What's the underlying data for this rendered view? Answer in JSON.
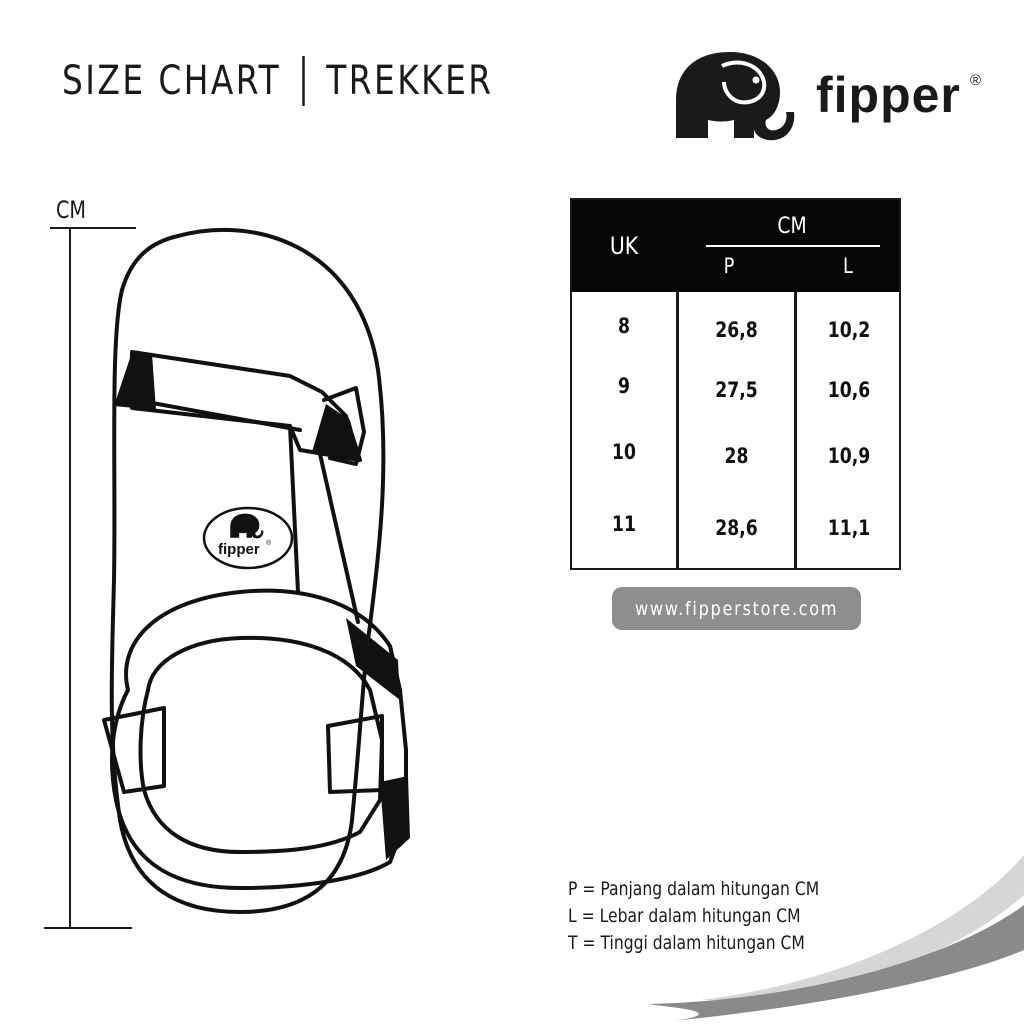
{
  "header": {
    "title_left": "SIZE CHART",
    "title_right": "TREKKER"
  },
  "brand": {
    "name": "fipper",
    "registered_mark": "®",
    "logo_icon": "elephant-icon"
  },
  "measurement": {
    "unit_label": "CM"
  },
  "sandal_badge": {
    "name": "fipper",
    "registered_mark": "®"
  },
  "size_table": {
    "col_size": "UK",
    "group_header": "CM",
    "col_length": "P",
    "col_width": "L",
    "rows": [
      {
        "uk": "8",
        "p": "26,8",
        "l": "10,2"
      },
      {
        "uk": "9",
        "p": "27,5",
        "l": "10,6"
      },
      {
        "uk": "10",
        "p": "28",
        "l": "10,9"
      },
      {
        "uk": "11",
        "p": "28,6",
        "l": "11,1"
      }
    ]
  },
  "website": {
    "url": "www.fipperstore.com"
  },
  "legend": {
    "items": [
      "P = Panjang dalam hitungan CM",
      "L = Lebar dalam hitungan CM",
      "T = Tinggi dalam hitungan CM"
    ]
  },
  "colors": {
    "ink": "#1a1a1a",
    "header_bg": "#050505",
    "badge_bg": "#8e8e8e",
    "swoosh_dark": "#7a7a7a",
    "swoosh_light": "#cfcfcf"
  }
}
